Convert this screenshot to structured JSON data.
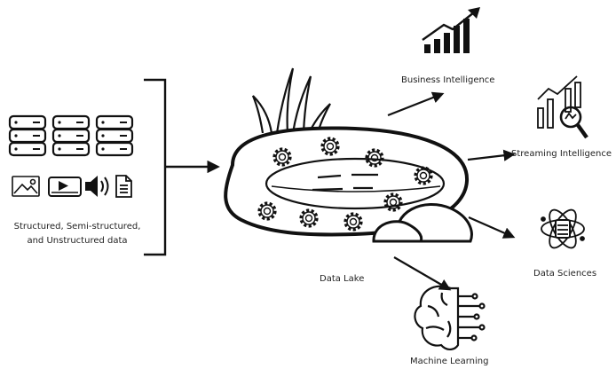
{
  "source": {
    "label_line1": "Structured, Semi-structured,",
    "label_line2": "and Unstructured data",
    "icons": [
      "database-icon",
      "database-icon",
      "database-icon",
      "image-icon",
      "video-icon",
      "speaker-icon",
      "document-icon"
    ]
  },
  "center": {
    "label": "Data Lake"
  },
  "outputs": {
    "bi": {
      "label": "Business Intelligence",
      "icon": "bar-chart-growth-icon"
    },
    "streaming": {
      "label": "Streaming  Intelligence",
      "icon": "chart-magnifier-icon"
    },
    "ds": {
      "label": "Data Sciences",
      "icon": "atom-database-icon"
    },
    "ml": {
      "label": "Machine Learning",
      "icon": "brain-circuit-icon"
    }
  },
  "colors": {
    "stroke": "#111111",
    "fill": "#ffffff"
  }
}
